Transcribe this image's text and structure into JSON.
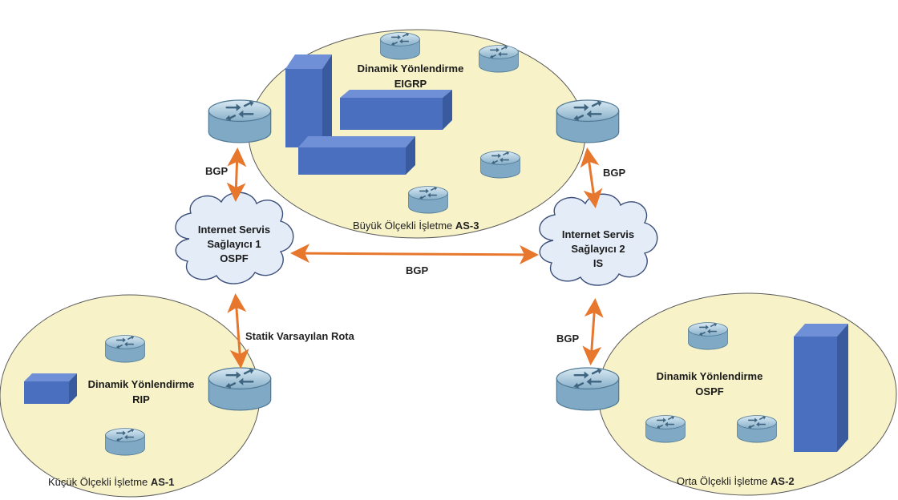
{
  "colors": {
    "zone_fill": "#f7f2c8",
    "zone_stroke": "#5a5a5a",
    "arrow": "#e8772e",
    "server_front": "#4a6fbf",
    "server_side": "#3a5aa0",
    "server_top": "#6f8fd6",
    "router_body": "#b9d5e6",
    "cloud_fill": "#e4ecf8"
  },
  "zones": {
    "as3": {
      "name": "Büyük Ölçekli İşletme ",
      "code": "AS-3",
      "routing_line1": "Dinamik Yönlendirme",
      "routing_line2": "EIGRP"
    },
    "as1": {
      "name": "Küçük Ölçekli İşletme ",
      "code": "AS-1",
      "routing_line1": "Dinamik Yönlendirme",
      "routing_line2": "RIP"
    },
    "as2": {
      "name": "Orta Ölçekli İşletme ",
      "code": "AS-2",
      "routing_line1": "Dinamik Yönlendirme",
      "routing_line2": "OSPF"
    }
  },
  "clouds": {
    "isp1": {
      "line1": "Internet Servis",
      "line2": "Sağlayıcı 1",
      "line3": "OSPF"
    },
    "isp2": {
      "line1": "Internet Servis",
      "line2": "Sağlayıcı 2",
      "line3": "IS"
    }
  },
  "links": {
    "as3_isp1": "BGP",
    "as3_isp2": "BGP",
    "isp1_isp2": "BGP",
    "isp2_as2": "BGP",
    "isp1_as1": "Statik Varsayılan Rota"
  },
  "icons": {
    "router": "router-icon",
    "server": "server-icon",
    "cloud": "cloud-icon"
  }
}
